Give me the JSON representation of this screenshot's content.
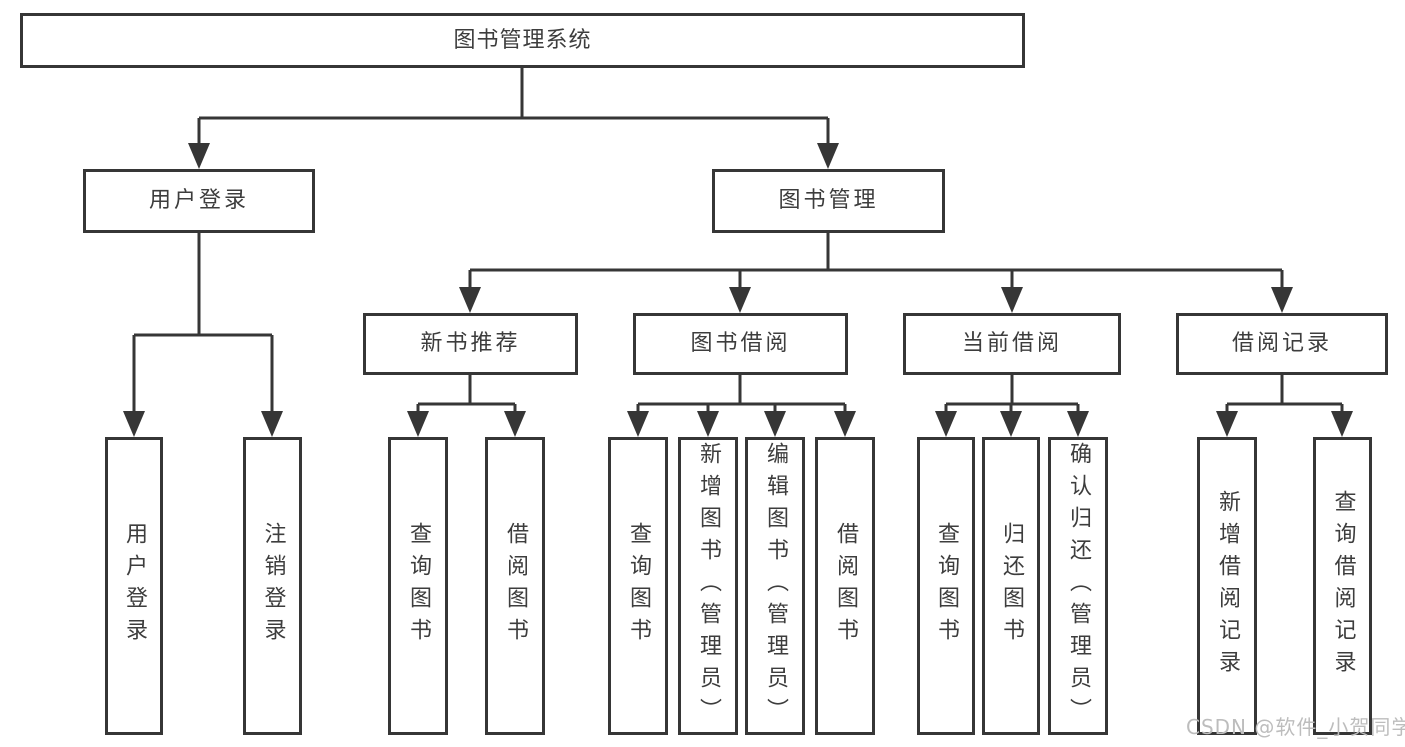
{
  "colors": {
    "line": "#363636",
    "text": "#3d3d3d",
    "background": "#ffffff",
    "watermark_color": "#bdbdbd"
  },
  "tree": {
    "root": {
      "label": "图书管理系统"
    },
    "branches": [
      {
        "label": "用户登录",
        "children": [
          {
            "label": "用户登录"
          },
          {
            "label": "注销登录"
          }
        ]
      },
      {
        "label": "图书管理",
        "children": [
          {
            "label": "新书推荐",
            "children": [
              {
                "label": "查询图书"
              },
              {
                "label": "借阅图书"
              }
            ]
          },
          {
            "label": "图书借阅",
            "children": [
              {
                "label": "查询图书"
              },
              {
                "label": "新增图书（管理员）"
              },
              {
                "label": "编辑图书（管理员）"
              },
              {
                "label": "借阅图书"
              }
            ]
          },
          {
            "label": "当前借阅",
            "children": [
              {
                "label": "查询图书"
              },
              {
                "label": "归还图书"
              },
              {
                "label": "确认归还（管理员）"
              }
            ]
          },
          {
            "label": "借阅记录",
            "children": [
              {
                "label": "新增借阅记录"
              },
              {
                "label": "查询借阅记录"
              }
            ]
          }
        ]
      }
    ]
  },
  "watermark": "CSDN @软件_小贺同学"
}
